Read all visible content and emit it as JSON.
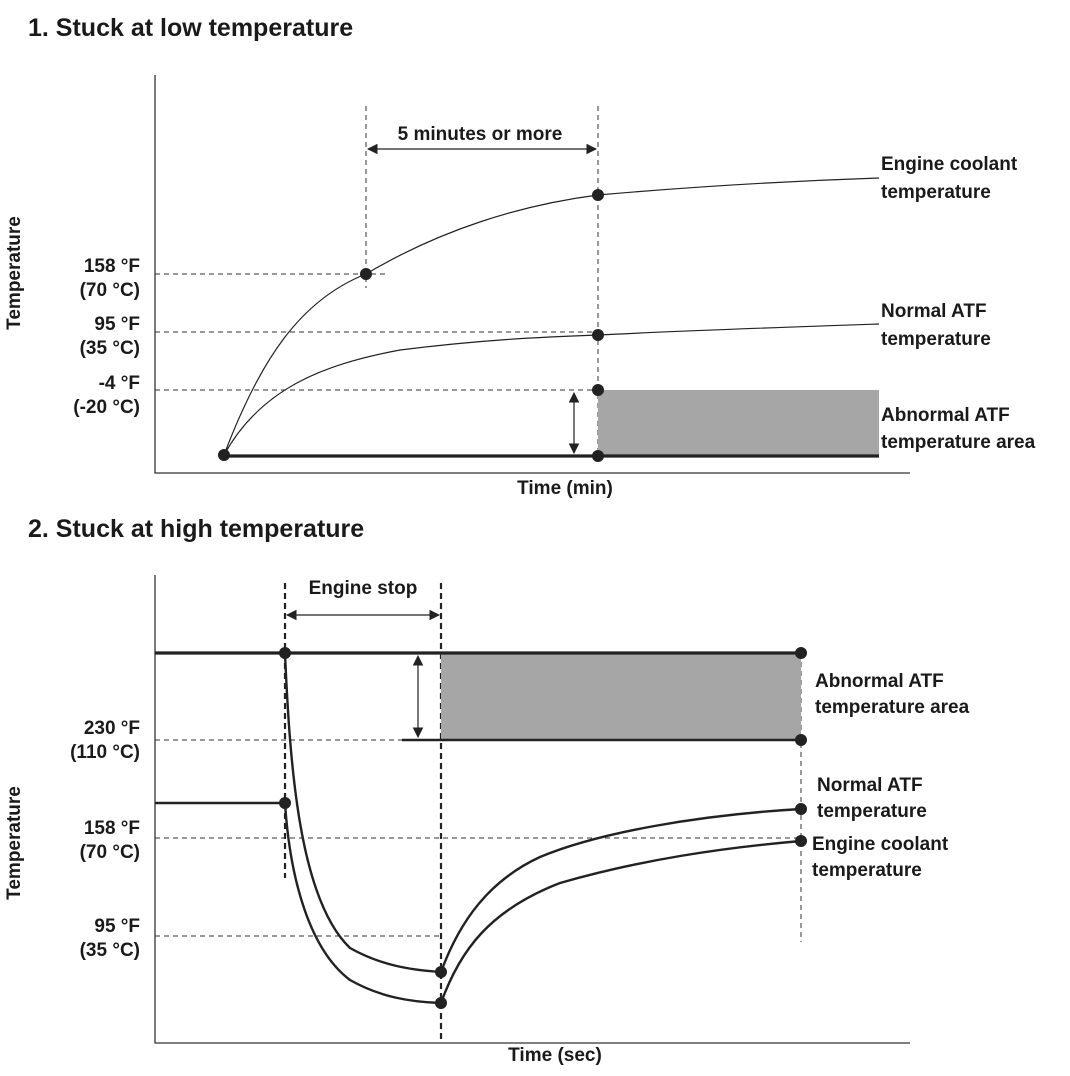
{
  "diagram_low": {
    "title": "1. Stuck at low temperature",
    "y_axis_label": "Temperature",
    "x_axis_label": "Time (min)",
    "ticks": [
      {
        "f": "158 °F",
        "c": "(70 °C)"
      },
      {
        "f": "95 °F",
        "c": "(35 °C)"
      },
      {
        "f": "-4 °F",
        "c": "(-20 °C)"
      }
    ],
    "interval_label": "5 minutes or more",
    "curves": {
      "coolant": [
        "Engine coolant",
        "temperature"
      ],
      "normal_atf": [
        "Normal ATF",
        "temperature"
      ],
      "abnormal_area": [
        "Abnormal ATF",
        "temperature area"
      ]
    }
  },
  "diagram_high": {
    "title": "2. Stuck at high temperature",
    "y_axis_label": "Temperature",
    "x_axis_label": "Time (sec)",
    "ticks": [
      {
        "f": "230 °F",
        "c": "(110 °C)"
      },
      {
        "f": "158 °F",
        "c": "(70 °C)"
      },
      {
        "f": "95 °F",
        "c": "(35 °C)"
      }
    ],
    "interval_label": "Engine stop",
    "curves": {
      "abnormal_area": [
        "Abnormal ATF",
        "temperature area"
      ],
      "normal_atf": [
        "Normal ATF",
        "temperature"
      ],
      "coolant": [
        "Engine coolant",
        "temperature"
      ]
    }
  },
  "colors": {
    "ink": "#222222",
    "abnormal_area_fill": "#a6a6a6"
  }
}
